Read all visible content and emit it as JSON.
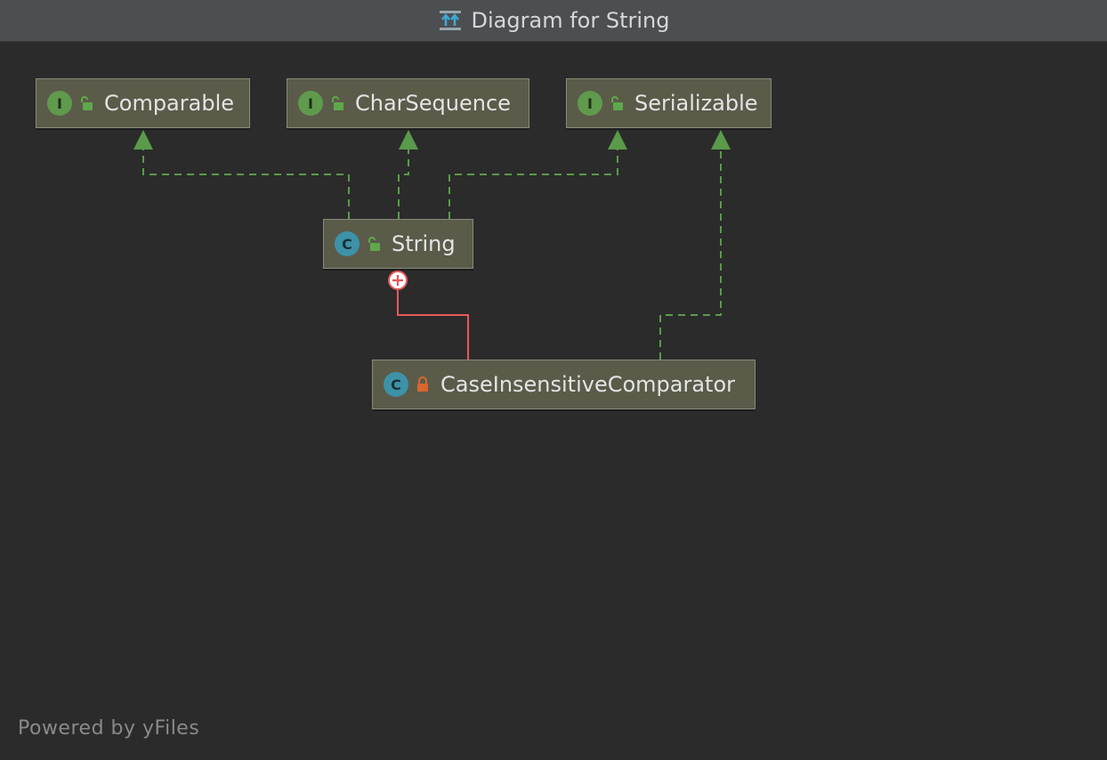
{
  "window": {
    "title": "Diagram for String"
  },
  "nodes": {
    "comparable": {
      "label": "Comparable",
      "kind": "I",
      "kind_icon": "interface-icon",
      "visibility": "public"
    },
    "charsequence": {
      "label": "CharSequence",
      "kind": "I",
      "kind_icon": "interface-icon",
      "visibility": "public"
    },
    "serializable": {
      "label": "Serializable",
      "kind": "I",
      "kind_icon": "interface-icon",
      "visibility": "public"
    },
    "string": {
      "label": "String",
      "kind": "C",
      "kind_icon": "final-class-icon",
      "visibility": "public"
    },
    "comparator": {
      "label": "CaseInsensitiveComparator",
      "kind": "C",
      "kind_icon": "static-class-icon",
      "visibility": "private"
    }
  },
  "edges": [
    {
      "from": "String",
      "to": "Comparable",
      "type": "implements"
    },
    {
      "from": "String",
      "to": "CharSequence",
      "type": "implements"
    },
    {
      "from": "String",
      "to": "Serializable",
      "type": "implements"
    },
    {
      "from": "CaseInsensitiveComparator",
      "to": "Serializable",
      "type": "implements"
    },
    {
      "from": "CaseInsensitiveComparator",
      "to": "String",
      "type": "inner-class"
    }
  ],
  "colors": {
    "background": "#2b2b2b",
    "node_fill": "#5b5b4a",
    "implements_edge": "#5a9a4a",
    "inner_edge": "#e8595a",
    "interface_badge": "#5f9a4d",
    "class_badge": "#3d92a8",
    "public_lock": "#5fa84a",
    "private_lock": "#d8662c"
  },
  "footer": {
    "text": "Powered by yFiles"
  }
}
